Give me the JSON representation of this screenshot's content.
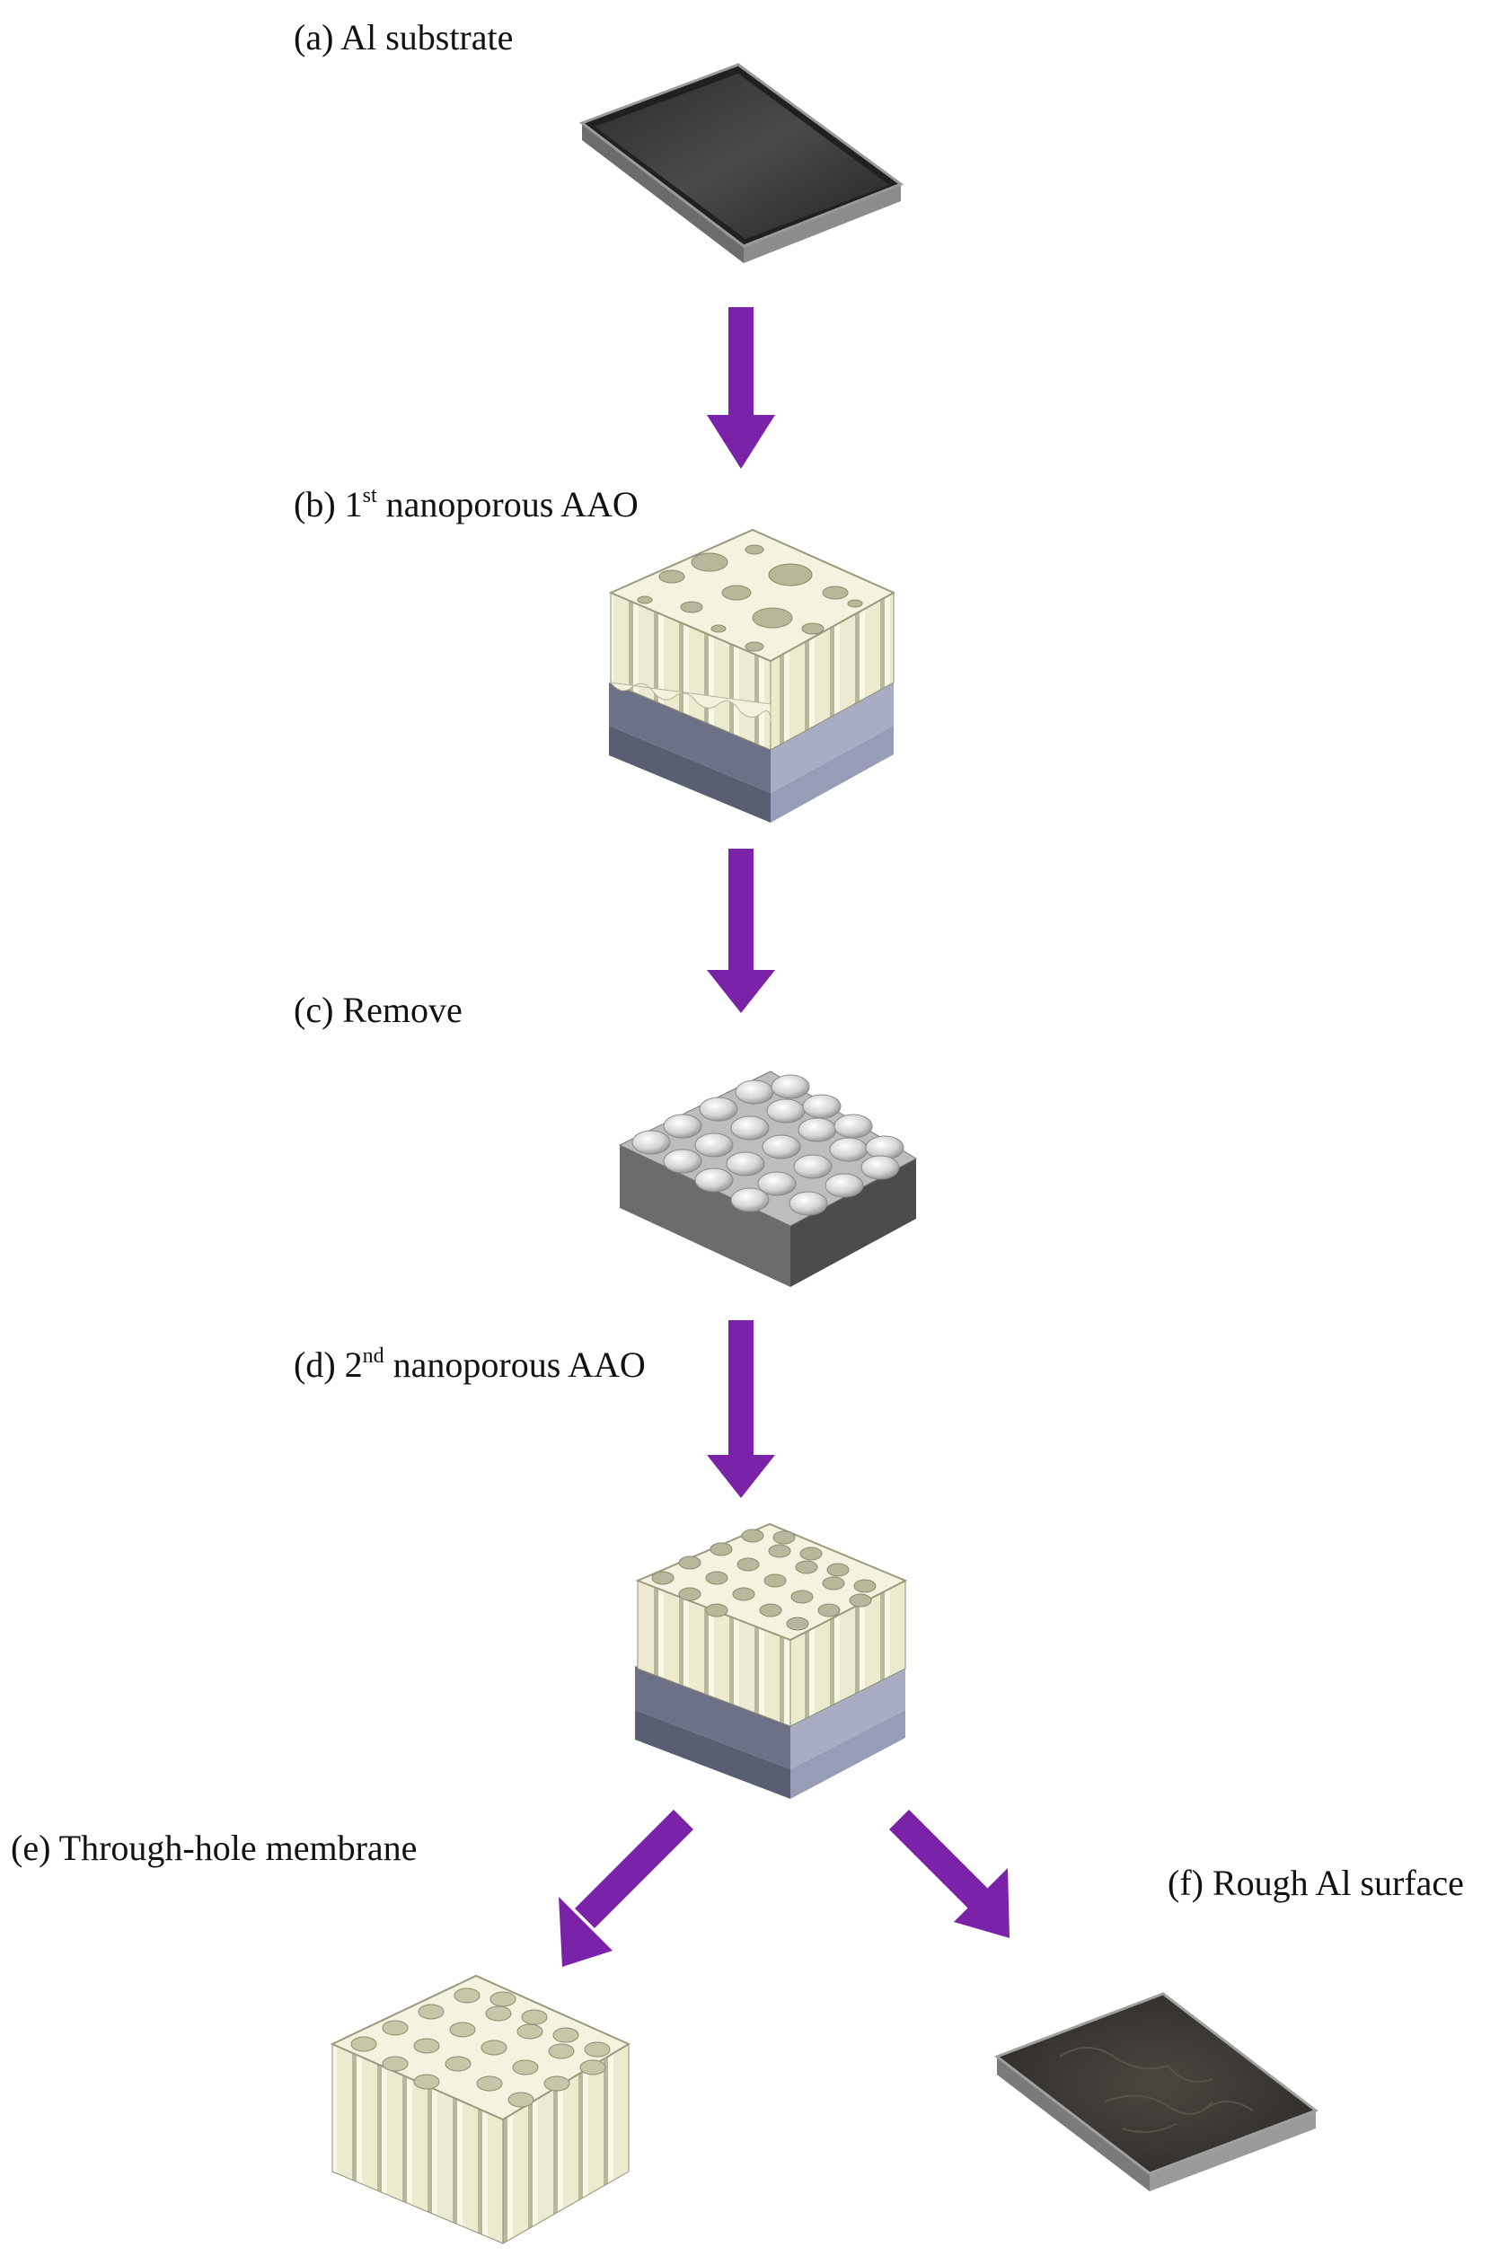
{
  "steps": {
    "a": {
      "prefix": "(a) ",
      "text": "Al substrate"
    },
    "b": {
      "prefix": "(b) ",
      "num": "1",
      "sup": "st",
      "text": " nanoporous AAO"
    },
    "c": {
      "prefix": "(c) ",
      "text": "Remove"
    },
    "d": {
      "prefix": "(d) ",
      "num": "2",
      "sup": "nd",
      "text": " nanoporous AAO"
    },
    "e": {
      "prefix": "(e) ",
      "text": "Through-hole membrane"
    },
    "f": {
      "prefix": "(f) ",
      "text": "Rough Al surface"
    }
  },
  "colors": {
    "arrow": "#7a22a8",
    "alumina": "#e9e9c8",
    "substrate": "#8f97b0",
    "aluminum": "#555555"
  }
}
